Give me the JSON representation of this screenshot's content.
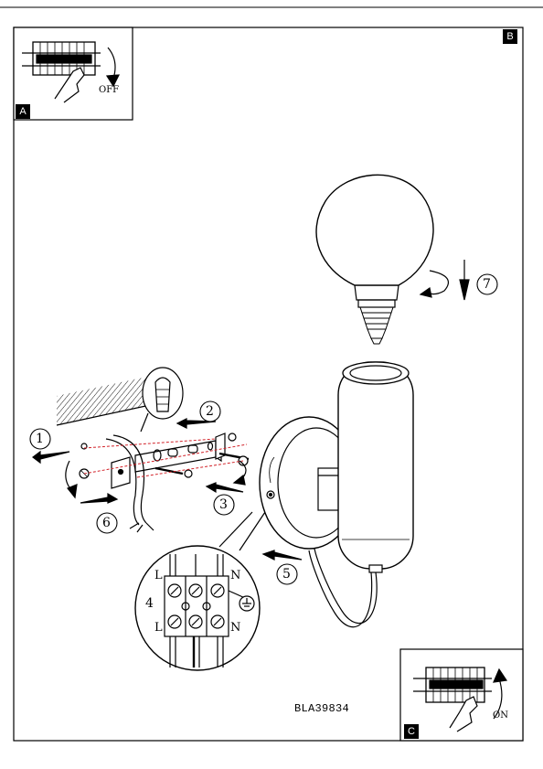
{
  "panels": {
    "a": {
      "badge": "A",
      "switch_label": "OFF"
    },
    "b": {
      "badge": "B"
    },
    "c": {
      "badge": "C",
      "switch_label": "ON"
    }
  },
  "steps": [
    "1",
    "2",
    "3",
    "4",
    "5",
    "6",
    "7"
  ],
  "wiring": {
    "terminal_labels": {
      "top_left": "L",
      "top_right": "N",
      "bottom_left": "L",
      "bottom_right": "N"
    }
  },
  "reference_code": "BLA39834"
}
